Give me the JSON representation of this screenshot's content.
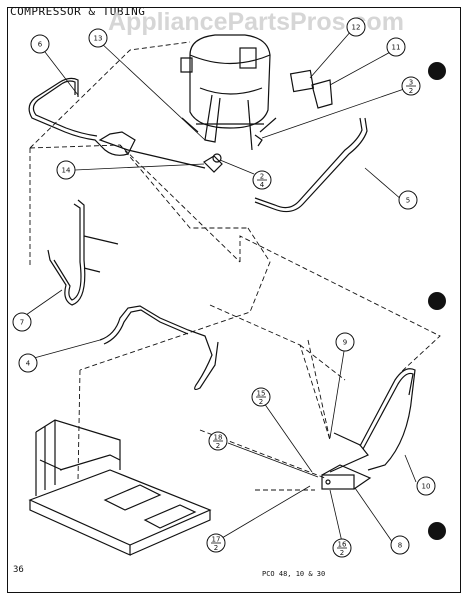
{
  "title": "COMPRESSOR & TUBING",
  "watermark": "AppliancePartsPros.com",
  "page_number": "36",
  "doc_ref": "PCO 48, 10 & 30",
  "callouts": [
    {
      "id": "c6",
      "label": "6"
    },
    {
      "id": "c13",
      "label": "13"
    },
    {
      "id": "c12",
      "label": "12"
    },
    {
      "id": "c11",
      "label": "11"
    },
    {
      "id": "c14",
      "label": "14"
    },
    {
      "id": "c5",
      "label": "5"
    },
    {
      "id": "c7",
      "label": "7"
    },
    {
      "id": "c4",
      "label": "4"
    },
    {
      "id": "c9",
      "label": "9"
    },
    {
      "id": "c10",
      "label": "10"
    },
    {
      "id": "c8",
      "label": "8"
    }
  ],
  "fraction_callouts": [
    {
      "id": "f3",
      "top": "3",
      "bottom": "2"
    },
    {
      "id": "f2",
      "top": "2",
      "bottom": "4"
    },
    {
      "id": "f15",
      "top": "15",
      "bottom": "2"
    },
    {
      "id": "f18",
      "top": "18",
      "bottom": "2"
    },
    {
      "id": "f17",
      "top": "17",
      "bottom": "2"
    },
    {
      "id": "f16",
      "top": "16",
      "bottom": "2"
    }
  ]
}
